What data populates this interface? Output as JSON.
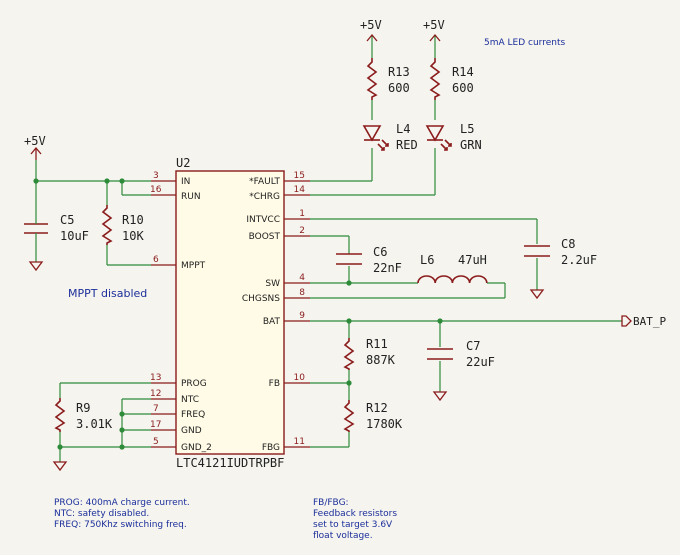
{
  "power_labels": {
    "p1": "+5V",
    "p2": "+5V",
    "p3": "+5V"
  },
  "notes": {
    "led": "5mA LED currents",
    "mppt": "MPPT disabled",
    "prog": [
      "PROG: 400mA charge current.",
      "NTC: safety disabled.",
      "FREQ: 750Khz switching freq."
    ],
    "fb": [
      "FB/FBG:",
      "Feedback resistors",
      "set to target 3.6V",
      "float voltage."
    ]
  },
  "ic": {
    "ref": "U2",
    "part": "LTC4121IUDTRPBF",
    "left_pins": [
      {
        "num": "3",
        "name": "IN"
      },
      {
        "num": "16",
        "name": "RUN"
      },
      {
        "num": "6",
        "name": "MPPT"
      },
      {
        "num": "13",
        "name": "PROG"
      },
      {
        "num": "12",
        "name": "NTC"
      },
      {
        "num": "7",
        "name": "FREQ"
      },
      {
        "num": "17",
        "name": "GND"
      },
      {
        "num": "5",
        "name": "GND_2"
      }
    ],
    "right_pins": [
      {
        "num": "15",
        "name": "*FAULT"
      },
      {
        "num": "14",
        "name": "*CHRG"
      },
      {
        "num": "1",
        "name": "INTVCC"
      },
      {
        "num": "2",
        "name": "BOOST"
      },
      {
        "num": "4",
        "name": "SW"
      },
      {
        "num": "8",
        "name": "CHGSNS"
      },
      {
        "num": "9",
        "name": "BAT"
      },
      {
        "num": "10",
        "name": "FB"
      },
      {
        "num": "11",
        "name": "FBG"
      }
    ]
  },
  "components": {
    "c5": {
      "ref": "C5",
      "value": "10uF"
    },
    "r10": {
      "ref": "R10",
      "value": "10K"
    },
    "r13": {
      "ref": "R13",
      "value": "600"
    },
    "r14": {
      "ref": "R14",
      "value": "600"
    },
    "l4": {
      "ref": "L4",
      "value": "RED"
    },
    "l5": {
      "ref": "L5",
      "value": "GRN"
    },
    "c6": {
      "ref": "C6",
      "value": "22nF"
    },
    "l6": {
      "ref": "L6",
      "value": "47uH"
    },
    "c8": {
      "ref": "C8",
      "value": "2.2uF"
    },
    "c7": {
      "ref": "C7",
      "value": "22uF"
    },
    "r11": {
      "ref": "R11",
      "value": "887K"
    },
    "r12": {
      "ref": "R12",
      "value": "1780K"
    },
    "r9": {
      "ref": "R9",
      "value": "3.01K"
    }
  },
  "net_label": "BAT_P"
}
